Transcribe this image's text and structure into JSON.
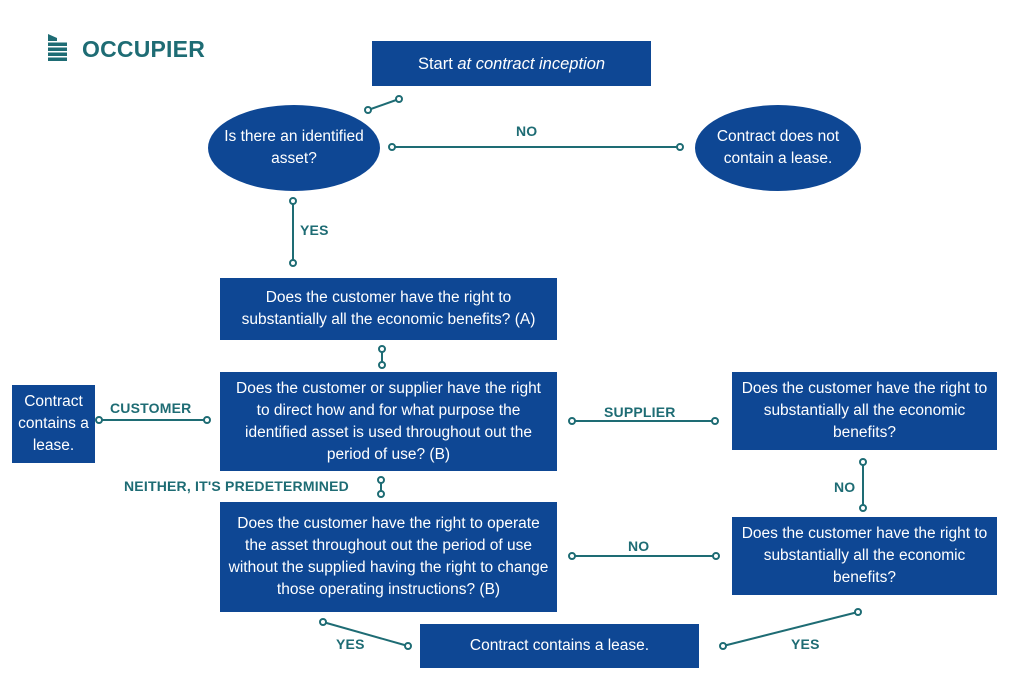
{
  "logo": {
    "text": "OCCUPIER"
  },
  "colors": {
    "box": "#0e4794",
    "line": "#1e6c74",
    "box_text": "#ffffff",
    "label": "#1e6c74"
  },
  "nodes": {
    "start_prefix": "Start ",
    "start_emph": "at contract inception",
    "identified_asset": "Is there an identified asset?",
    "no_lease_top": "Contract does not contain a lease.",
    "economic_benefits_a": "Does the customer have the right to substantially all the economic benefits? (A)",
    "direct_use_b": "Does the customer or supplier have the right to direct how and for what purpose the identified asset is used throughout out the period of use? (B)",
    "contains_lease_left": "Contract contains a lease.",
    "supplier_benefits_top": "Does the customer have the right to substantially  all the economic benefits?",
    "operate_asset_b": "Does the customer have the right to operate the asset throughout out the period of use without the supplied having the right to change those operating instructions? (B)",
    "supplier_benefits_bottom": "Does the customer have the right to substantially  all the economic benefits?",
    "contains_lease_bottom": "Contract contains a lease."
  },
  "edge_labels": {
    "no_top": "NO",
    "yes_identified": "YES",
    "customer": "CUSTOMER",
    "supplier": "SUPPLIER",
    "neither": "NEITHER, IT'S PREDETERMINED",
    "no_right": "NO",
    "no_middle": "NO",
    "yes_left": "YES",
    "yes_right": "YES"
  }
}
